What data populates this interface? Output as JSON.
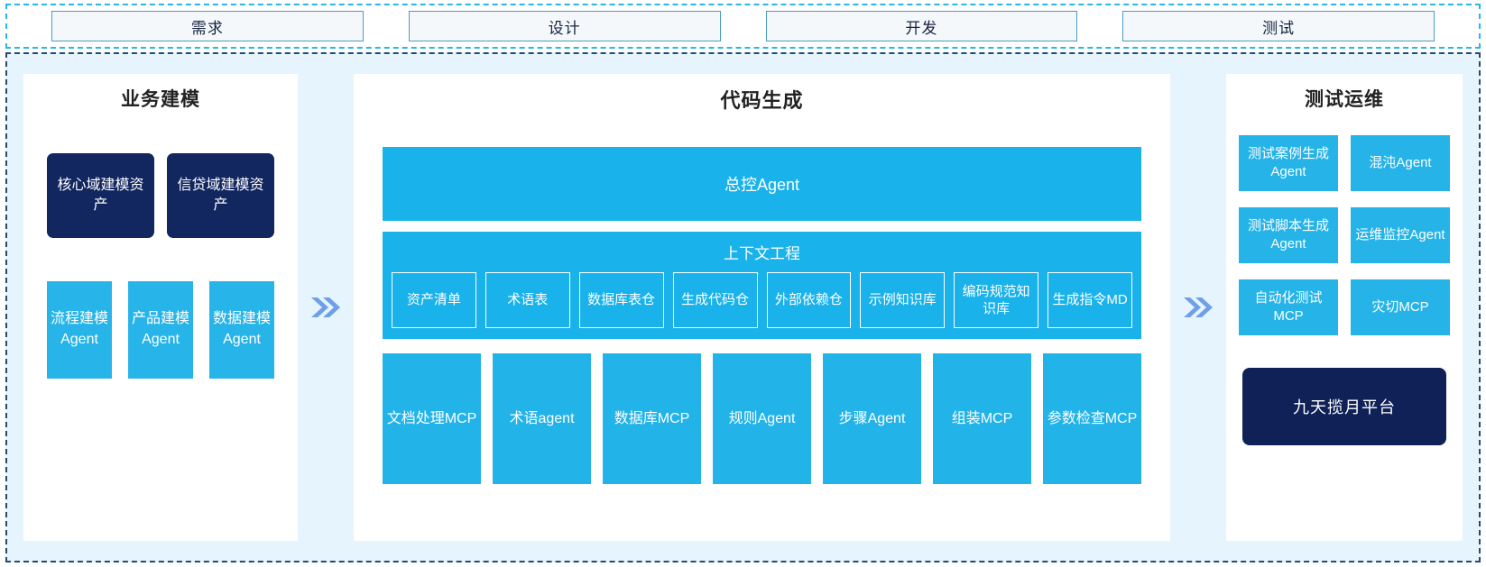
{
  "phases": [
    {
      "label": "需求"
    },
    {
      "label": "设计"
    },
    {
      "label": "开发"
    },
    {
      "label": "测试"
    }
  ],
  "colors": {
    "accent_blue": "#22b3e8",
    "dark_navy": "#12265f",
    "panel_bg": "#ffffff",
    "canvas_bg": "#e6f4fd",
    "chevron": "#6f9fe8",
    "phase_border": "#4a9cc4",
    "container_border": "#2a4a6a"
  },
  "business": {
    "title": "业务建模",
    "assets": [
      {
        "label": "核心域建模资产"
      },
      {
        "label": "信贷域建模资产"
      }
    ],
    "agents": [
      {
        "label": "流程建模Agent"
      },
      {
        "label": "产品建模Agent"
      },
      {
        "label": "数据建模Agent"
      }
    ]
  },
  "code": {
    "title": "代码生成",
    "master_agent": "总控Agent",
    "context": {
      "title": "上下文工程",
      "items": [
        {
          "label": "资产清单"
        },
        {
          "label": "术语表"
        },
        {
          "label": "数据库表仓"
        },
        {
          "label": "生成代码仓"
        },
        {
          "label": "外部依赖仓"
        },
        {
          "label": "示例知识库"
        },
        {
          "label": "编码规范知识库"
        },
        {
          "label": "生成指令MD"
        }
      ]
    },
    "tools": [
      {
        "label": "文档处理MCP"
      },
      {
        "label": "术语agent"
      },
      {
        "label": "数据库MCP"
      },
      {
        "label": "规则Agent"
      },
      {
        "label": "步骤Agent"
      },
      {
        "label": "组装MCP"
      },
      {
        "label": "参数检查MCP"
      }
    ]
  },
  "test": {
    "title": "测试运维",
    "items": [
      {
        "label": "测试案例生成Agent"
      },
      {
        "label": "混沌Agent"
      },
      {
        "label": "测试脚本生成Agent"
      },
      {
        "label": "运维监控Agent"
      },
      {
        "label": "自动化测试MCP"
      },
      {
        "label": "灾切MCP"
      }
    ],
    "platform": "九天揽月平台"
  },
  "separators": [
    {
      "icon": "double-chevron-right-icon"
    },
    {
      "icon": "double-chevron-right-icon"
    }
  ]
}
